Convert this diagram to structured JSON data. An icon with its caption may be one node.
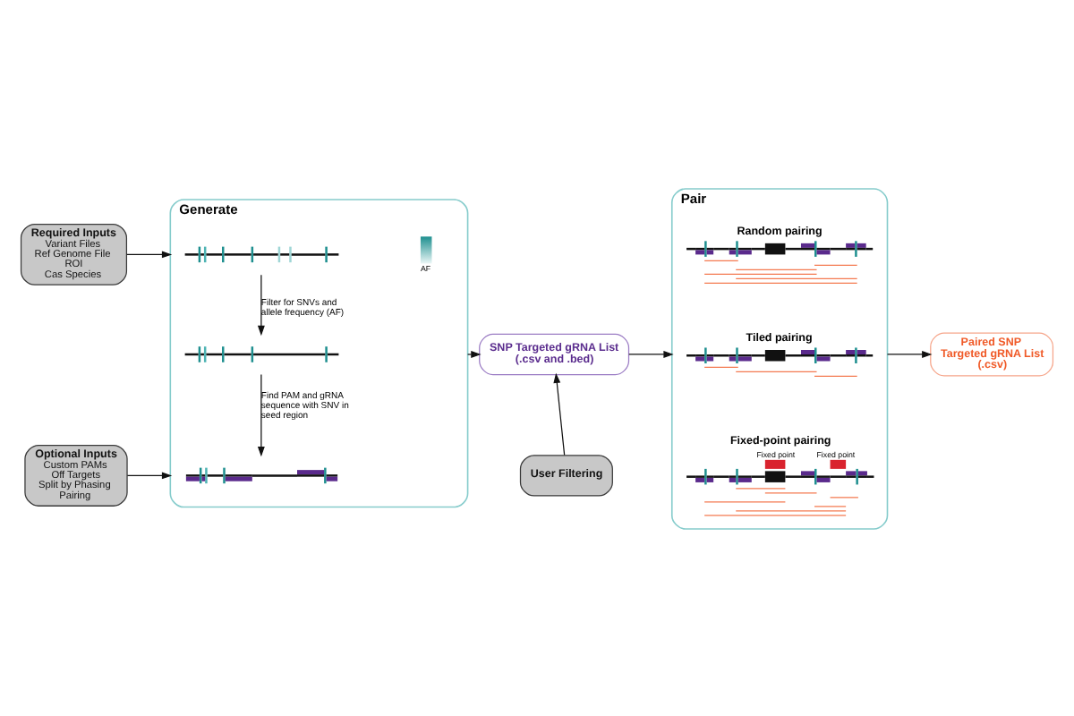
{
  "diagram": {
    "nodes": [
      {
        "text": [
          "Required Inputs",
          "Variant Files",
          "Ref Genome File",
          "ROI",
          "Cas Species"
        ]
      },
      {
        "text": [
          "Optional Inputs",
          "Custom PAMs",
          "Off Targets",
          "Split by Phasing",
          "Pairing"
        ]
      },
      {
        "text": [
          "Generate"
        ]
      },
      {
        "text": [],
        "shape": "picture",
        "in": 2
      },
      {
        "text": [],
        "shape": "picture",
        "in": 2
      },
      {
        "text": [],
        "shape": "picture",
        "in": 2
      },
      {
        "text": [
          "SNP Targeted gRNA List (.csv and .bed)"
        ]
      },
      {
        "text": [
          "User Filtering"
        ]
      },
      {
        "text": [
          "Pair"
        ]
      },
      {
        "text": [],
        "shape": "picture",
        "beside": [
          "Random pairing"
        ],
        "in": 8
      },
      {
        "text": [],
        "shape": "picture",
        "beside": [
          "Tiled pairing"
        ],
        "in": 8
      },
      {
        "text": [],
        "shape": "picture",
        "beside": [
          "Fixed-point pairing",
          "Fixed point",
          "Fixed point"
        ],
        "in": 8
      },
      {
        "text": [
          "Paired SNP Targeted gRNA List (.csv)"
        ]
      }
    ],
    "edges": [
      {
        "from": 0,
        "to": 2,
        "arrow": "to"
      },
      {
        "from": 1,
        "to": 2,
        "arrow": "to"
      },
      {
        "from": 3,
        "to": 4,
        "arrow": "to",
        "label": "Filter for SNVs and allele frequency (AF)"
      },
      {
        "from": 4,
        "to": 5,
        "arrow": "to",
        "label": "Find PAM and gRNA sequence with SNV in seed region"
      },
      {
        "from": 2,
        "to": 6,
        "arrow": "to"
      },
      {
        "from": 7,
        "to": 6,
        "arrow": "to"
      },
      {
        "from": 6,
        "to": 8,
        "arrow": "to"
      },
      {
        "from": 8,
        "to": 12,
        "arrow": "to"
      }
    ],
    "labels": [
      "AF"
    ]
  }
}
